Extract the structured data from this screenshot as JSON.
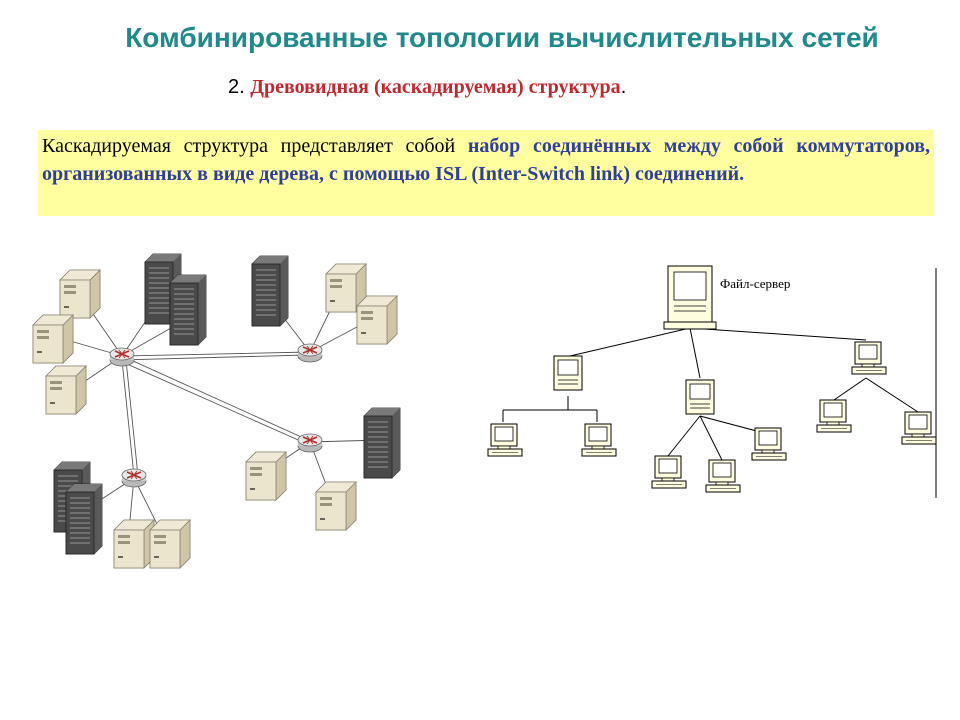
{
  "slide": {
    "title": "Комбинированные топологии вычислительных сетей",
    "subtitle_num": "2. ",
    "subtitle_text": "Древовидная (каскадируемая) структура",
    "subtitle_end": ".",
    "desc_plain": "Каскадируемая структура представляет собой ",
    "desc_bold": "набор соединённых между собой коммутаторов, организованных в виде дерева, с помощью ISL (Inter-Switch link) соединений."
  },
  "left_diagram": {
    "icons": [
      "switch-icon",
      "server-rack-icon",
      "desktop-tower-icon"
    ]
  },
  "right_diagram": {
    "file_server_label": "Файл-сервер",
    "icons": [
      "file-server-icon",
      "computer-icon"
    ]
  }
}
